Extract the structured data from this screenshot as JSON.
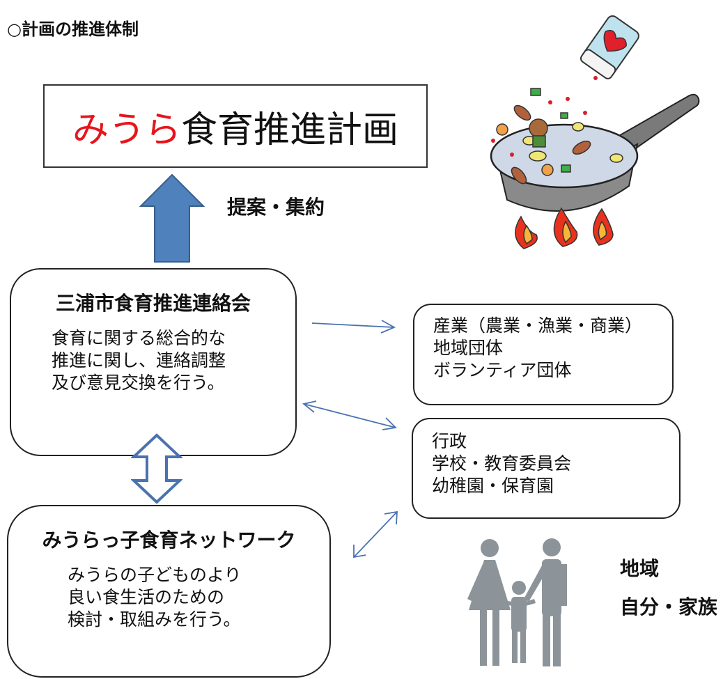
{
  "heading": "○計画の推進体制",
  "plan": {
    "accent_text": "みうら",
    "rest_text": "食育推進計画",
    "accent_color": "#e8141b"
  },
  "proposal_label": "提案・集約",
  "council": {
    "title": "三浦市食育推進連絡会",
    "description_lines": [
      "食育に関する総合的な",
      "推進に関し、連絡調整",
      "及び意見交換を行う。"
    ]
  },
  "network": {
    "title": "みうらっ子食育ネットワーク",
    "description_lines": [
      "みうらの子どものより",
      "良い食生活のための",
      "検討・取組みを行う。"
    ]
  },
  "industry_box": {
    "lines": [
      "産業（農業・漁業・商業）",
      "地域団体",
      "ボランティア団体"
    ]
  },
  "government_box": {
    "lines": [
      "行政",
      "学校・教育委員会",
      "幼稚園・保育園"
    ]
  },
  "community": {
    "line1": "地域",
    "line2": "自分・家族"
  },
  "colors": {
    "up_arrow_fill": "#4f81bd",
    "arrow_stroke": "#4a72b0",
    "family_icon": "#8c9499"
  },
  "icons": {
    "family": "family-icon",
    "frying_pan": "frying-pan-illustration"
  }
}
